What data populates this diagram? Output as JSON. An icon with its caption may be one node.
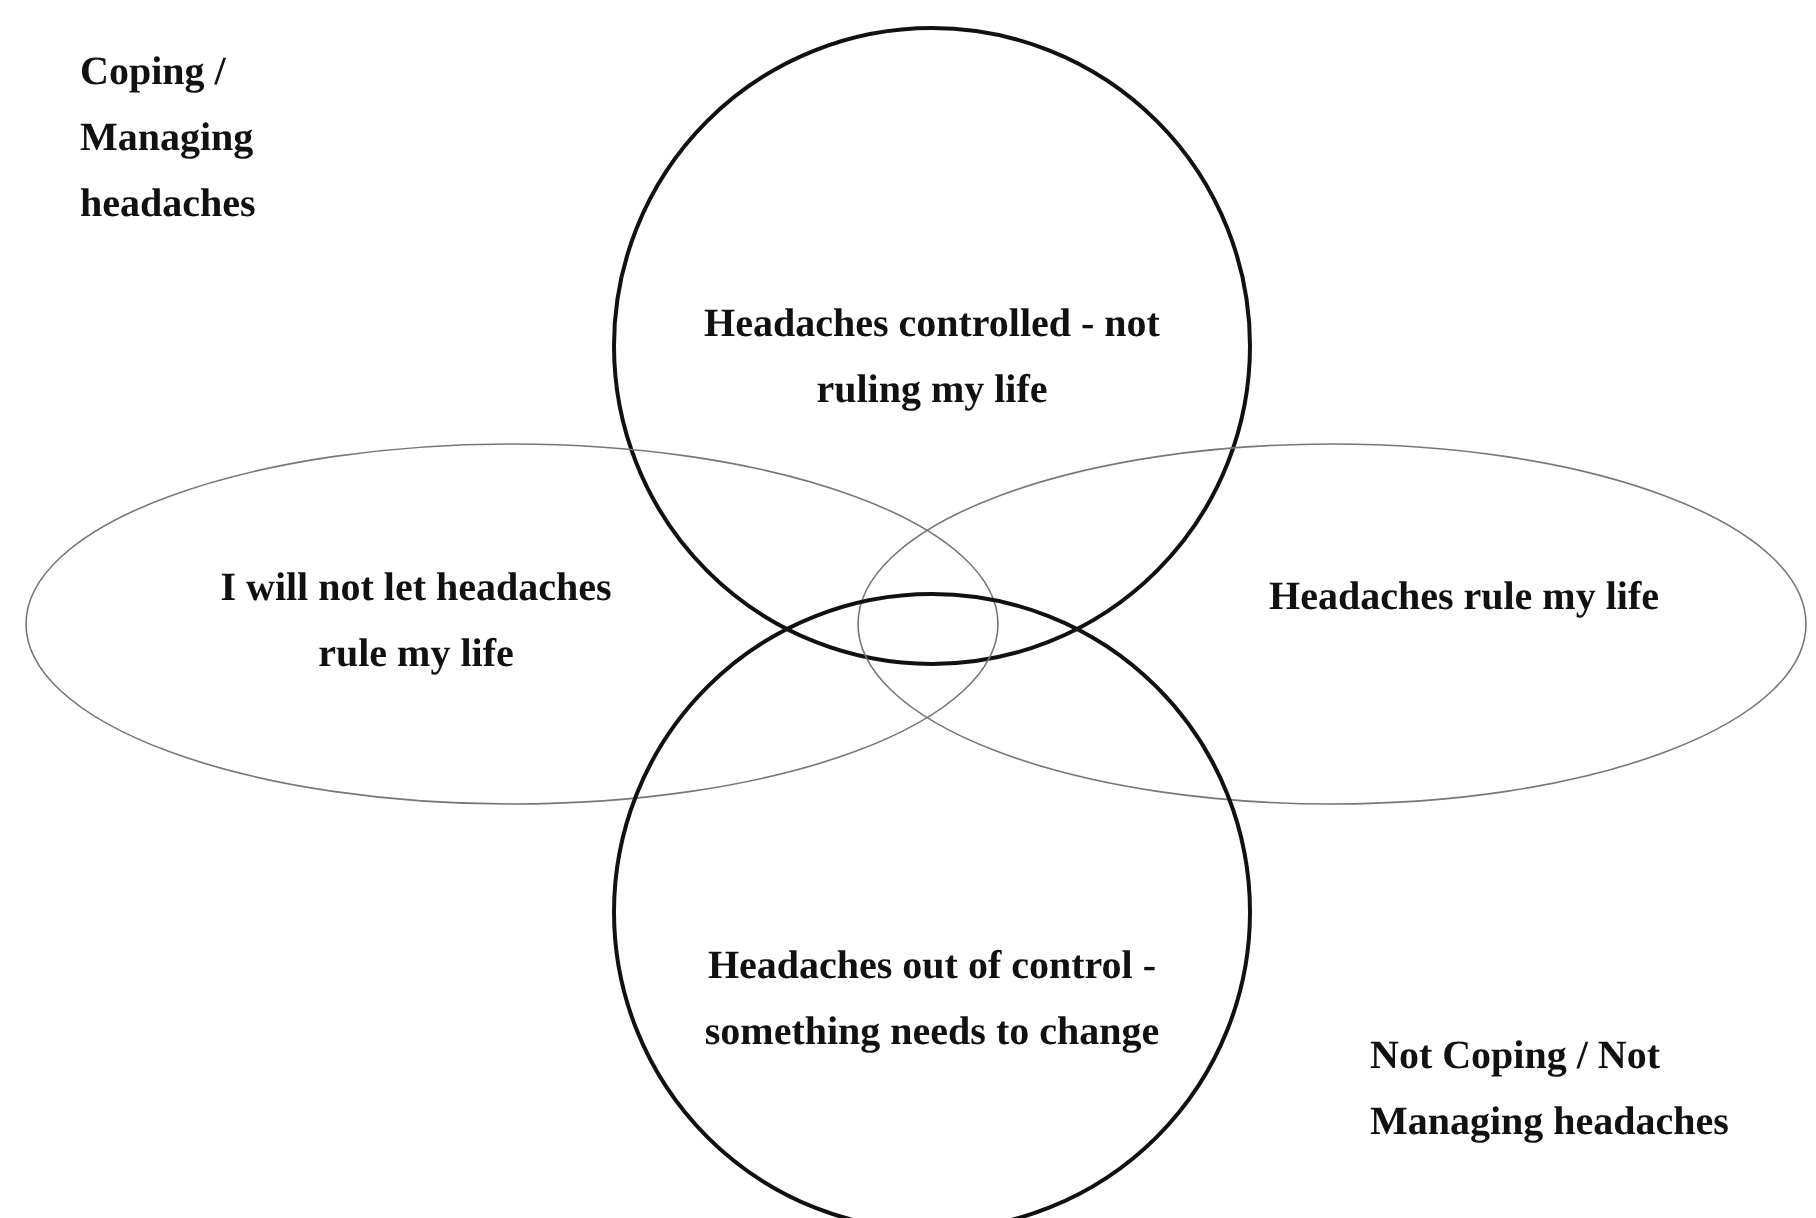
{
  "diagram": {
    "nodes": [
      {
        "text": [
          "Headaches controlled - not ruling my life"
        ]
      },
      {
        "text": [
          "I will not let headaches rule my life"
        ]
      },
      {
        "text": [
          "Headaches rule my life"
        ]
      },
      {
        "text": [
          "Headaches out of control - something needs to change"
        ]
      }
    ],
    "labels": [
      "Coping / Managing headaches",
      "Not Coping / Not Managing headaches"
    ]
  }
}
